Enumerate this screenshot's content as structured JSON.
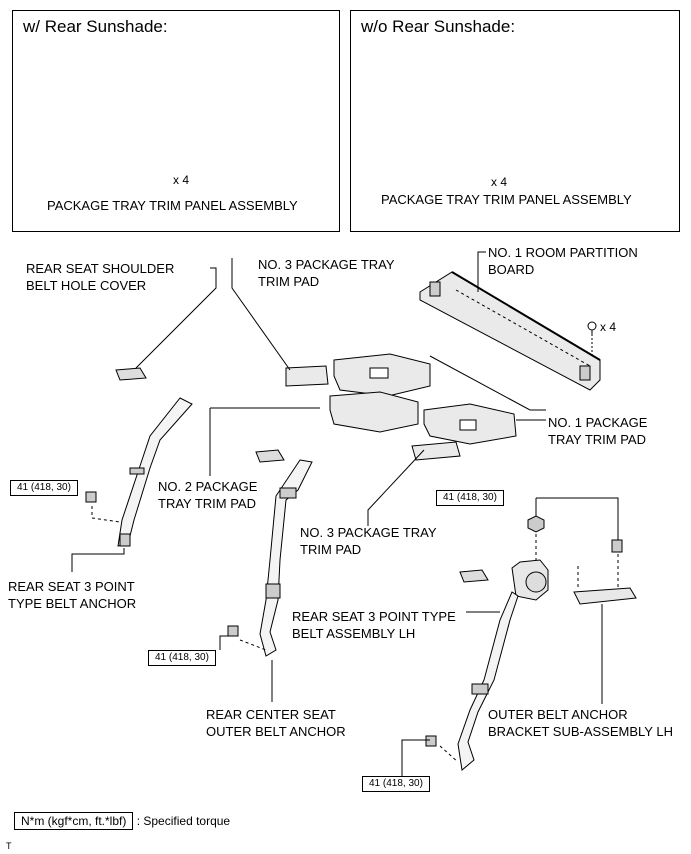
{
  "panels": {
    "with_sunshade": {
      "title": "w/ Rear Sunshade:",
      "qty": "x 4",
      "part": "PACKAGE TRAY TRIM PANEL ASSEMBLY"
    },
    "without_sunshade": {
      "title": "w/o Rear Sunshade:",
      "qty": "x 4",
      "part": "PACKAGE TRAY TRIM PANEL ASSEMBLY"
    }
  },
  "labels": {
    "shoulder_belt_cover": "REAR SEAT SHOULDER\nBELT HOLE COVER",
    "no3_pad_top": "NO. 3 PACKAGE TRAY\nTRIM PAD",
    "no1_room_partition": "NO. 1 ROOM PARTITION\nBOARD",
    "clip_qty": "x 4",
    "no1_pad": "NO. 1 PACKAGE\nTRAY TRIM PAD",
    "no2_pad": "NO. 2 PACKAGE\nTRAY TRIM PAD",
    "no3_pad_bottom": "NO. 3 PACKAGE TRAY\nTRIM PAD",
    "rear_seat_3pt_anchor": "REAR SEAT 3 POINT\nTYPE BELT ANCHOR",
    "rear_seat_3pt_belt_lh": "REAR SEAT 3 POINT TYPE\nBELT ASSEMBLY LH",
    "outer_belt_bracket": "OUTER BELT ANCHOR\nBRACKET SUB-ASSEMBLY LH",
    "rear_center_outer_anchor": "REAR CENTER SEAT\nOUTER BELT ANCHOR"
  },
  "torque": {
    "left_anchor": "41 (418, 30)",
    "center_anchor": "41 (418, 30)",
    "right_top": "41 (418, 30)",
    "right_bottom": "41 (418, 30)"
  },
  "legend": {
    "unit": "N*m (kgf*cm, ft.*lbf)",
    "text": ": Specified torque"
  },
  "footer_mark": "T"
}
